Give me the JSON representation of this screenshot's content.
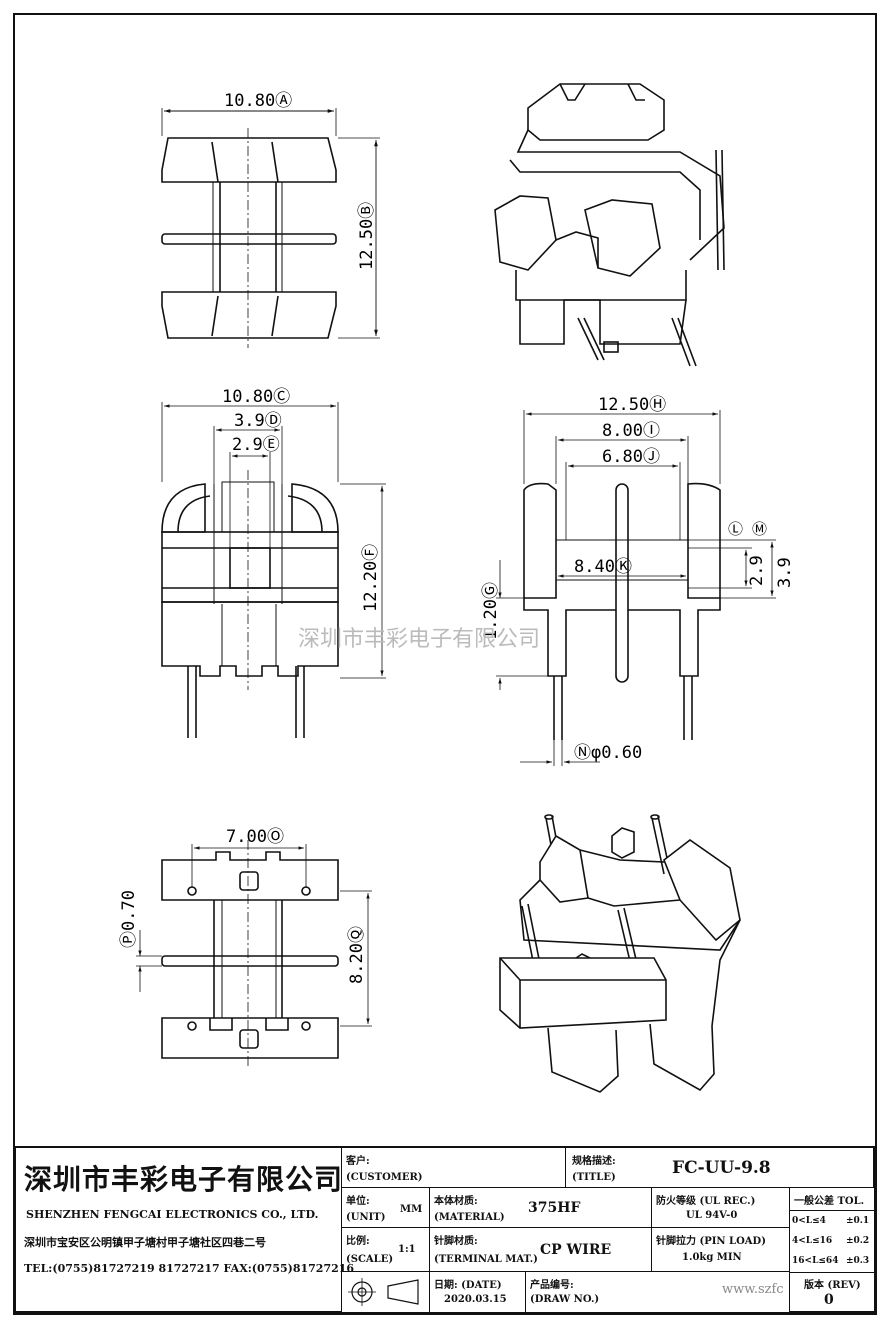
{
  "drawing": {
    "dims": {
      "A": "10.80Ⓐ",
      "B": "12.50Ⓑ",
      "C": "10.80Ⓒ",
      "D": "3.9Ⓓ",
      "E": "2.9Ⓔ",
      "F": "12.20Ⓕ",
      "G": "1.20Ⓖ",
      "H": "12.50Ⓗ",
      "I": "8.00Ⓘ",
      "J": "6.80Ⓙ",
      "K": "8.40Ⓚ",
      "L": "Ⓛ",
      "M": "Ⓜ",
      "L_val": "2.9",
      "M_val": "3.9",
      "N": "Ⓝφ0.60",
      "O": "7.00Ⓞ",
      "P": "Ⓟ0.70",
      "Q": "8.20Ⓠ"
    },
    "watermark": "深圳市丰彩电子有限公司"
  },
  "title_block": {
    "company_cn": "深圳市丰彩电子有限公司",
    "company_en": "SHENZHEN FENGCAI ELECTRONICS CO., LTD.",
    "address": "深圳市宝安区公明镇甲子塘村甲子塘社区四巷二号",
    "contact": "TEL:(0755)81727219  81727217   FAX:(0755)81727216",
    "customer_label_cn": "客户:",
    "customer_label_en": "(CUSTOMER)",
    "title_label_cn": "规格描述:",
    "title_label_en": "(TITLE)",
    "title_value": "FC-UU-9.8",
    "unit_label_cn": "单位:",
    "unit_label_en": "(UNIT)",
    "unit_value": "MM",
    "material_label_cn": "本体材质:",
    "material_label_en": "(MATERIAL)",
    "material_value": "375HF",
    "flame_label": "防火等级 (UL REC.)",
    "flame_value": "UL 94V-0",
    "tol_label": "一般公差 TOL.",
    "tol_rows": [
      {
        "range": "0<L≤4",
        "tol": "±0.1"
      },
      {
        "range": "4<L≤16",
        "tol": "±0.2"
      },
      {
        "range": "16<L≤64",
        "tol": "±0.3"
      }
    ],
    "scale_label_cn": "比例:",
    "scale_label_en": "(SCALE)",
    "scale_value": "1:1",
    "terminal_label_cn": "针脚材质:",
    "terminal_label_en": "(TERMINAL MAT.)",
    "terminal_value": "CP WIRE",
    "pinload_label": "针脚拉力 (PIN LOAD)",
    "pinload_value": "1.0kg MIN",
    "date_label": "日期: (DATE)",
    "date_value": "2020.03.15",
    "drawno_label_cn": "产品编号:",
    "drawno_label_en": "(DRAW NO.)",
    "rev_label": "版本 (REV)",
    "rev_value": "0",
    "website": "www.szfc"
  }
}
